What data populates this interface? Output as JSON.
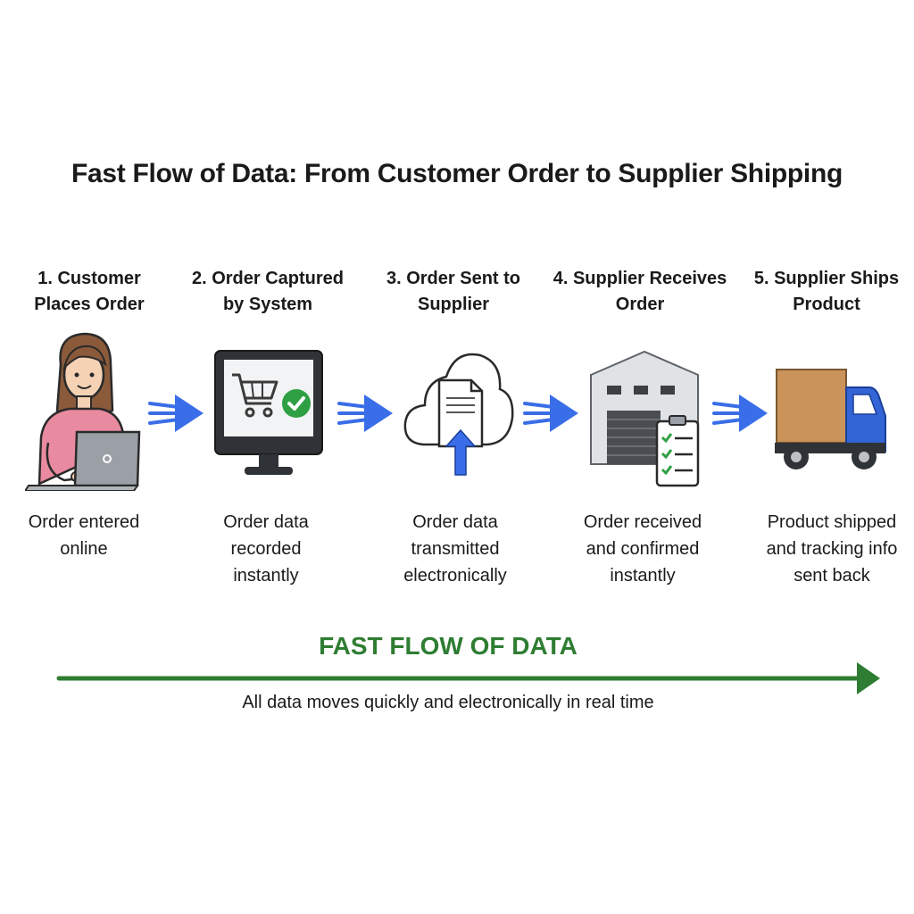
{
  "title": "Fast Flow of Data: From Customer Order to Supplier Shipping",
  "steps": [
    {
      "title_line1": "1. Customer",
      "title_line2": "Places Order",
      "desc_line1": "Order entered",
      "desc_line2": "online",
      "desc_line3": "",
      "icon": "customer-laptop-icon"
    },
    {
      "title_line1": "2. Order Captured",
      "title_line2": "by System",
      "desc_line1": "Order data",
      "desc_line2": "recorded",
      "desc_line3": "instantly",
      "icon": "computer-cart-check-icon"
    },
    {
      "title_line1": "3. Order Sent to",
      "title_line2": "Supplier",
      "desc_line1": "Order data",
      "desc_line2": "transmitted",
      "desc_line3": "electronically",
      "icon": "cloud-document-upload-icon"
    },
    {
      "title_line1": "4. Supplier Receives",
      "title_line2": "Order",
      "desc_line1": "Order received",
      "desc_line2": "and confirmed",
      "desc_line3": "instantly",
      "icon": "warehouse-clipboard-icon"
    },
    {
      "title_line1": "5. Supplier Ships",
      "title_line2": "Product",
      "desc_line1": "Product shipped",
      "desc_line2": "and tracking info",
      "desc_line3": "sent back",
      "icon": "delivery-truck-icon"
    }
  ],
  "flow": {
    "label": "FAST FLOW OF DATA",
    "caption": "All data moves quickly and electronically in real time"
  },
  "colors": {
    "arrow_blue": "#3a6ee8",
    "flow_green": "#2e7d32",
    "check_green": "#2ea043",
    "shirt_pink": "#e98ba0",
    "truck_box": "#c9935a",
    "truck_cab": "#3465d6"
  }
}
